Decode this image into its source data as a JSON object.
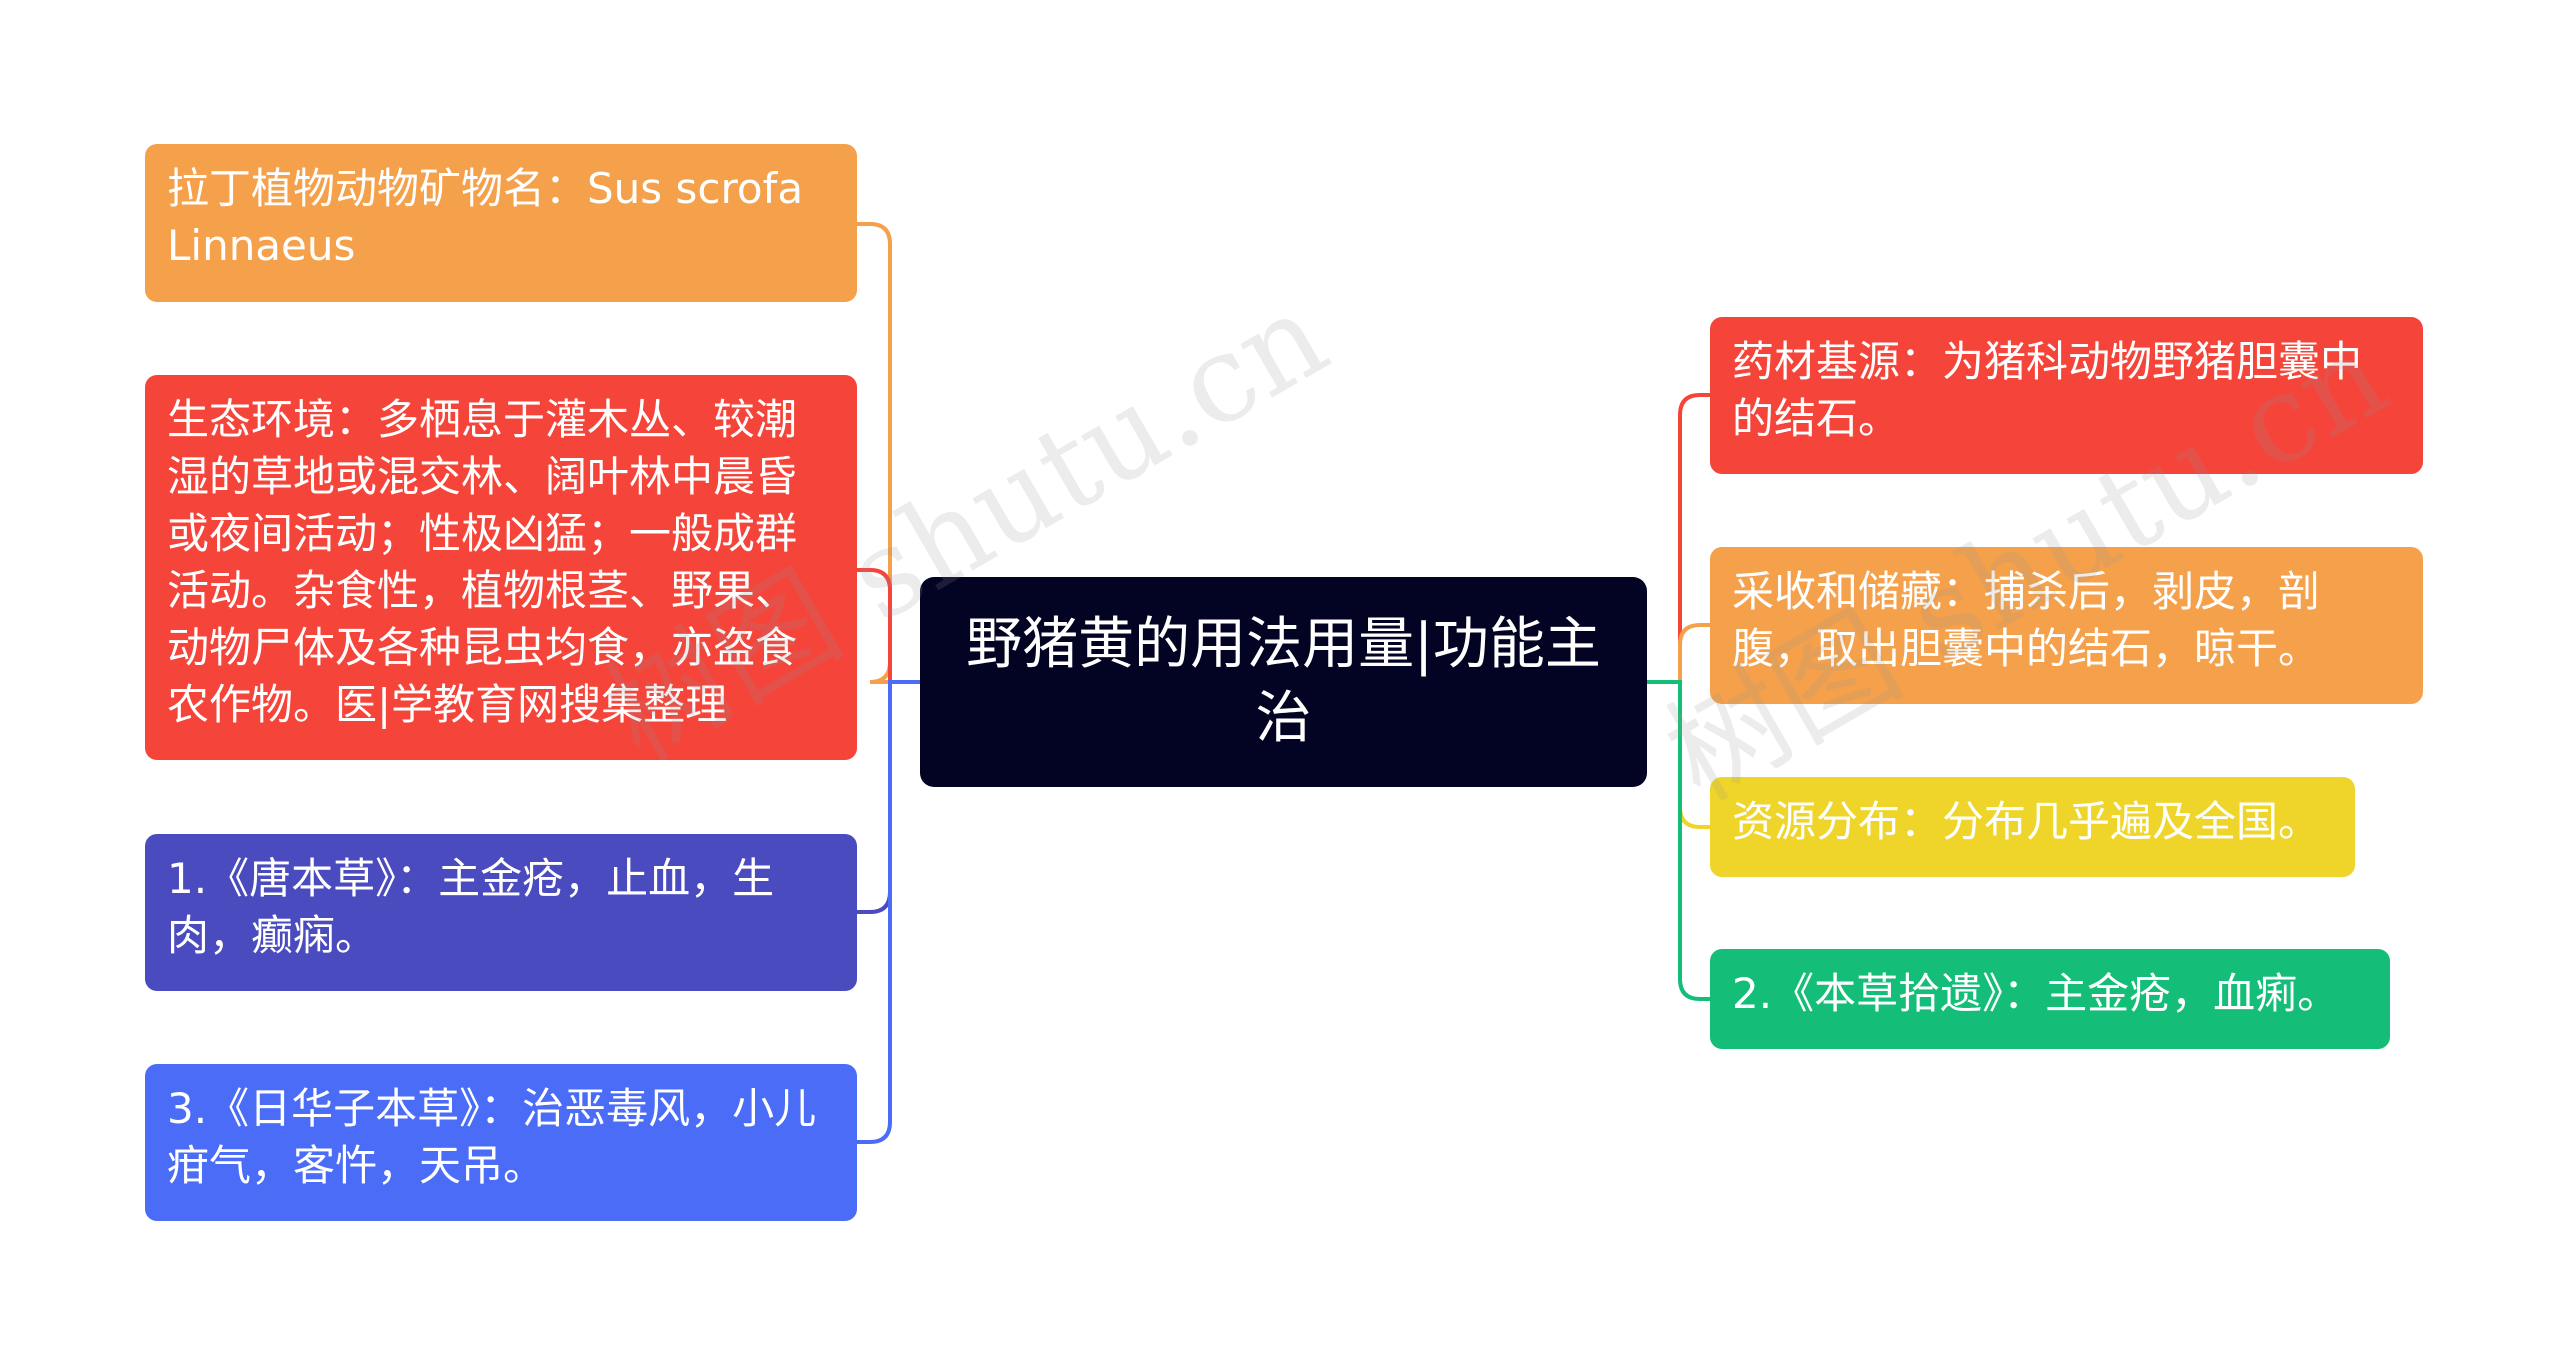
{
  "center": {
    "text": "野猪黄的用法用量|功能主治",
    "color": "#030323"
  },
  "left_nodes": [
    {
      "text": "拉丁植物动物矿物名：Sus scrofa Linnaeus",
      "color": "#F5A04A"
    },
    {
      "text": "生态环境：多栖息于灌木丛、较潮湿的草地或混交林、阔叶林中晨昏或夜间活动；性极凶猛；一般成群活动。杂食性，植物根茎、野果、动物尸体及各种昆虫均食，亦盗食农作物。医|学教育网搜集整理",
      "color": "#F5443A"
    },
    {
      "text": "1.《唐本草》：主金疮，止血，生肉，癫痫。",
      "color": "#4B4BC0"
    },
    {
      "text": "3.《日华子本草》：治恶毒风，小儿疳气，客忤，天吊。",
      "color": "#4A6CF7"
    }
  ],
  "right_nodes": [
    {
      "text": "药材基源：为猪科动物野猪胆囊中的结石。",
      "color": "#F5443A"
    },
    {
      "text": "采收和储藏：捕杀后，剥皮，剖腹，取出胆囊中的结石，晾干。",
      "color": "#F5A04A"
    },
    {
      "text": "资源分布：分布几乎遍及全国。",
      "color": "#EFD52A"
    },
    {
      "text": "2.《本草拾遗》：主金疮，血痢。",
      "color": "#14BE78"
    }
  ],
  "watermark": "树图 shutu.cn"
}
